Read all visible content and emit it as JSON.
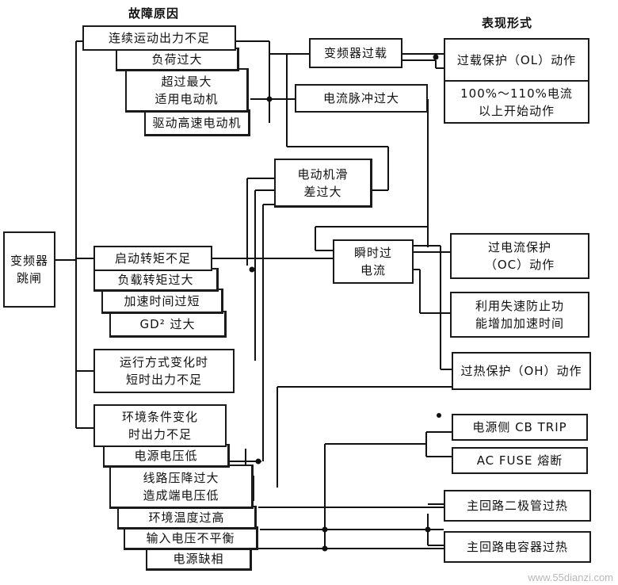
{
  "headers": {
    "causes": "故障原因",
    "forms": "表现形式"
  },
  "trip": "变频器\n跳闸",
  "causes": {
    "continuous_output": "连续运动出力不足",
    "heavy_load": "负荷过大",
    "motor_too_big": "超过最大\n适用电动机",
    "high_speed": "驱动高速电动机",
    "start_torque": "启动转矩不足",
    "load_torque": "负载转矩过大",
    "accel_short": "加速时间过短",
    "gd2": "GD² 过大",
    "run_mode": "运行方式变化时\n短时出力不足",
    "env_change": "环境条件变化\n时出力不足",
    "low_voltage": "电源电压低",
    "line_drop": "线路压降过大\n造成端电压低",
    "high_temp": "环境温度过高",
    "unbalanced": "输入电压不平衡",
    "phase_loss": "电源缺相"
  },
  "intermediate": {
    "overload": "变频器过载",
    "pulse": "电流脉冲过大",
    "slip": "电动机滑\n差过大",
    "instant": "瞬时过\n电流"
  },
  "forms": {
    "ol_title": "过载保护（OL）动作",
    "ol_detail": "100%～110%电流\n以上开始动作",
    "oc": "过电流保护\n（OC）动作",
    "stall": "利用失速防止功\n能增加加速时间",
    "oh": "过热保护（OH）动作",
    "cb_trip": "电源侧 CB TRIP",
    "fuse": "AC FUSE 熔断",
    "diode": "主回路二极管过热",
    "capacitor": "主回路电容器过热"
  },
  "watermark": "www.55dianzi.com"
}
